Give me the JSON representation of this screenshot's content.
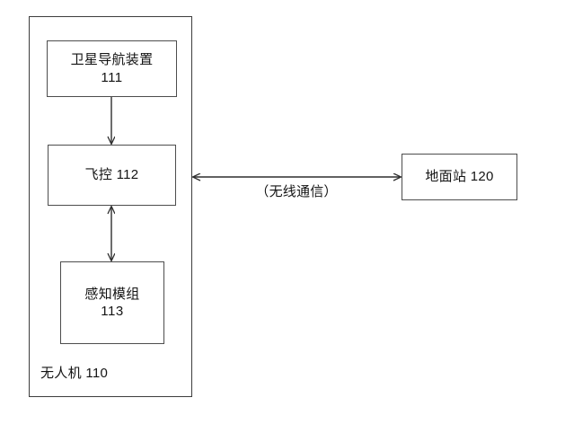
{
  "diagram": {
    "type": "block-diagram",
    "background_color": "#ffffff",
    "line_color": "#4d4d4d",
    "text_color": "#141414",
    "container": {
      "label": "无人机 110",
      "name": "无人机",
      "number": "110"
    },
    "nodes": [
      {
        "id": "satnav",
        "title": "卫星导航装置",
        "number": "111"
      },
      {
        "id": "flightctrl",
        "label": "飞控 112",
        "title": "飞控",
        "number": "112"
      },
      {
        "id": "perception",
        "title": "感知模组",
        "number": "113"
      },
      {
        "id": "groundstation",
        "label": "地面站 120",
        "title": "地面站",
        "number": "120"
      }
    ],
    "connectors": [
      {
        "id": "satnav-to-flightctrl",
        "from": "satnav",
        "to": "flightctrl",
        "direction": "single",
        "orientation": "vertical",
        "label": ""
      },
      {
        "id": "flightctrl-to-perception",
        "from": "flightctrl",
        "to": "perception",
        "direction": "double",
        "orientation": "vertical",
        "label": ""
      },
      {
        "id": "uav-to-groundstation",
        "from": "uav-container",
        "to": "groundstation",
        "direction": "double",
        "orientation": "horizontal",
        "label": "（无线通信）"
      }
    ]
  }
}
